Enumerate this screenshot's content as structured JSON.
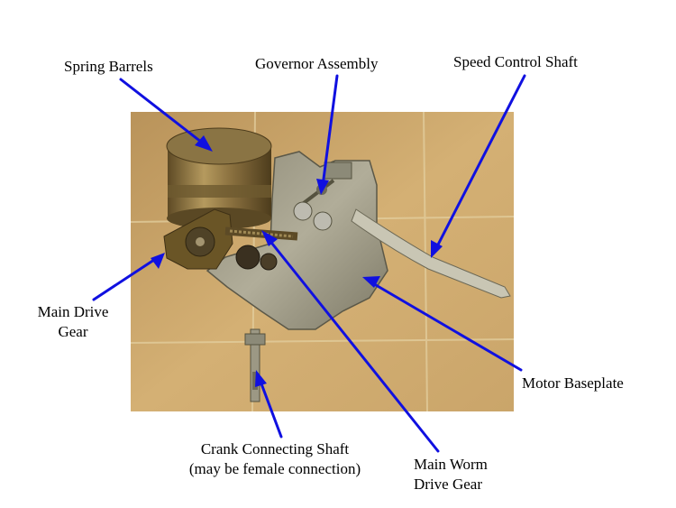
{
  "labels": {
    "spring_barrels": "Spring Barrels",
    "governor_assembly": "Governor Assembly",
    "speed_control_shaft": "Speed Control Shaft",
    "main_drive_gear_line1": "Main Drive",
    "main_drive_gear_line2": "Gear",
    "motor_baseplate": "Motor Baseplate",
    "crank_shaft_line1": "Crank Connecting Shaft",
    "crank_shaft_line2": "(may be female connection)",
    "worm_gear_line1": "Main Worm",
    "worm_gear_line2": "Drive Gear"
  },
  "colors": {
    "arrow": "#1010e0",
    "background_tile": "#c9a263",
    "grout": "#e3cf9f",
    "metal": "#a9a592",
    "brass": "#8c7240"
  }
}
